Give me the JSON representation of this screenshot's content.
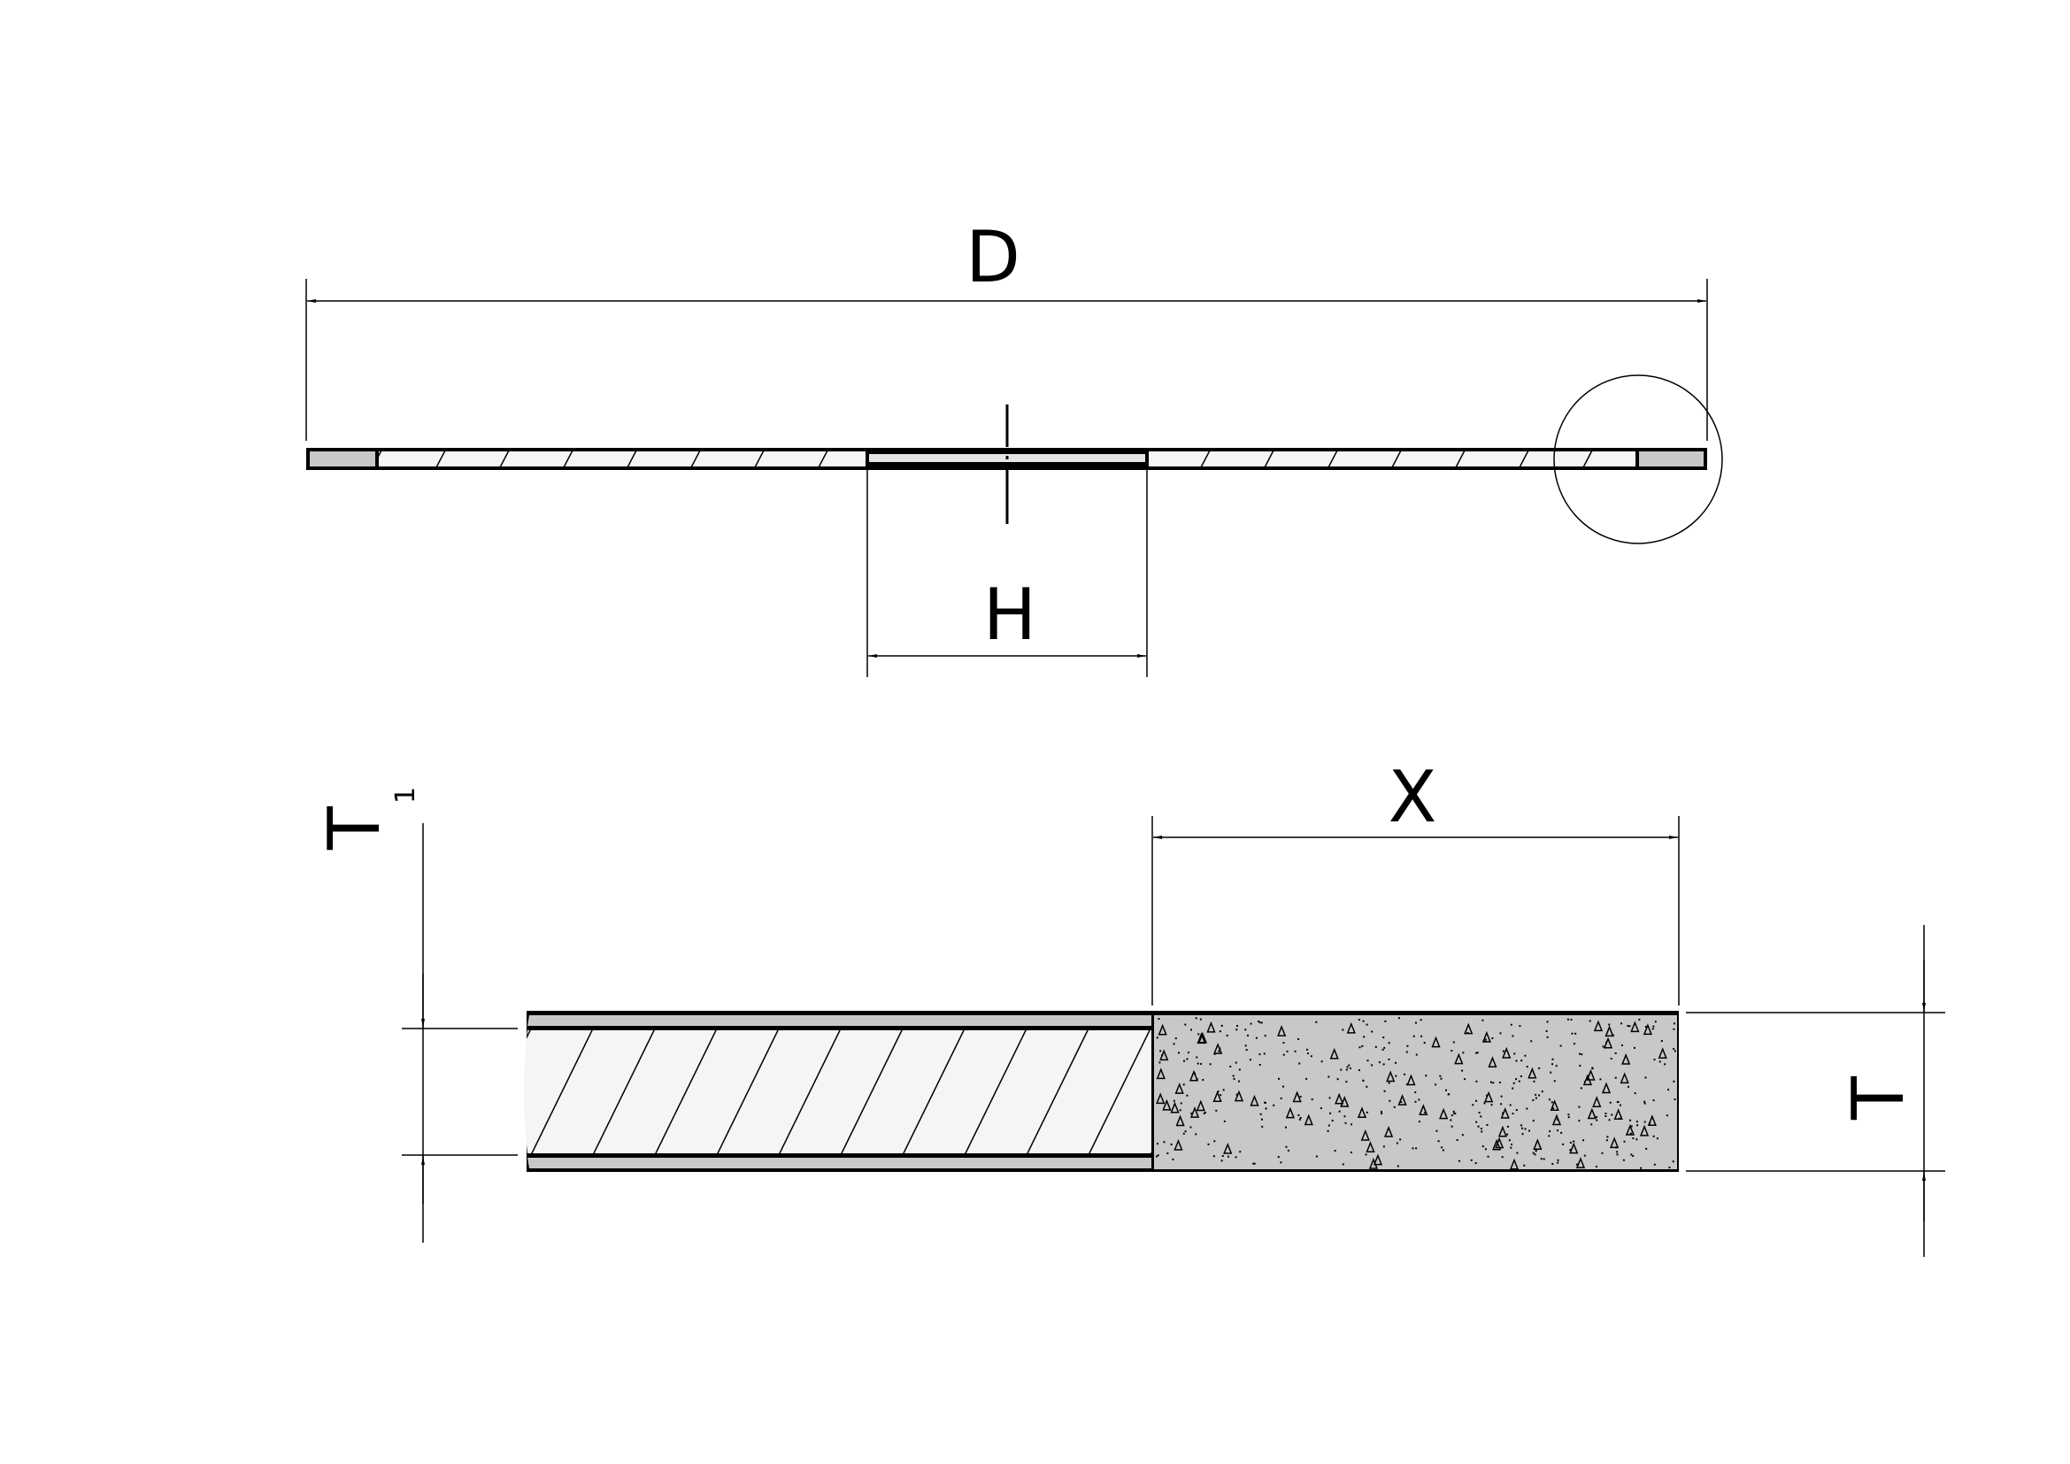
{
  "labels": {
    "diameter": "D",
    "bore": "H",
    "abrasive_depth": "X",
    "thickness": "T",
    "core_thickness": "T",
    "core_thickness_subscript": "1"
  },
  "colors": {
    "line": "#000000",
    "abrasive_fill": "#c8c8c8",
    "core_fill": "#f5f5f5",
    "background": "#ffffff"
  }
}
